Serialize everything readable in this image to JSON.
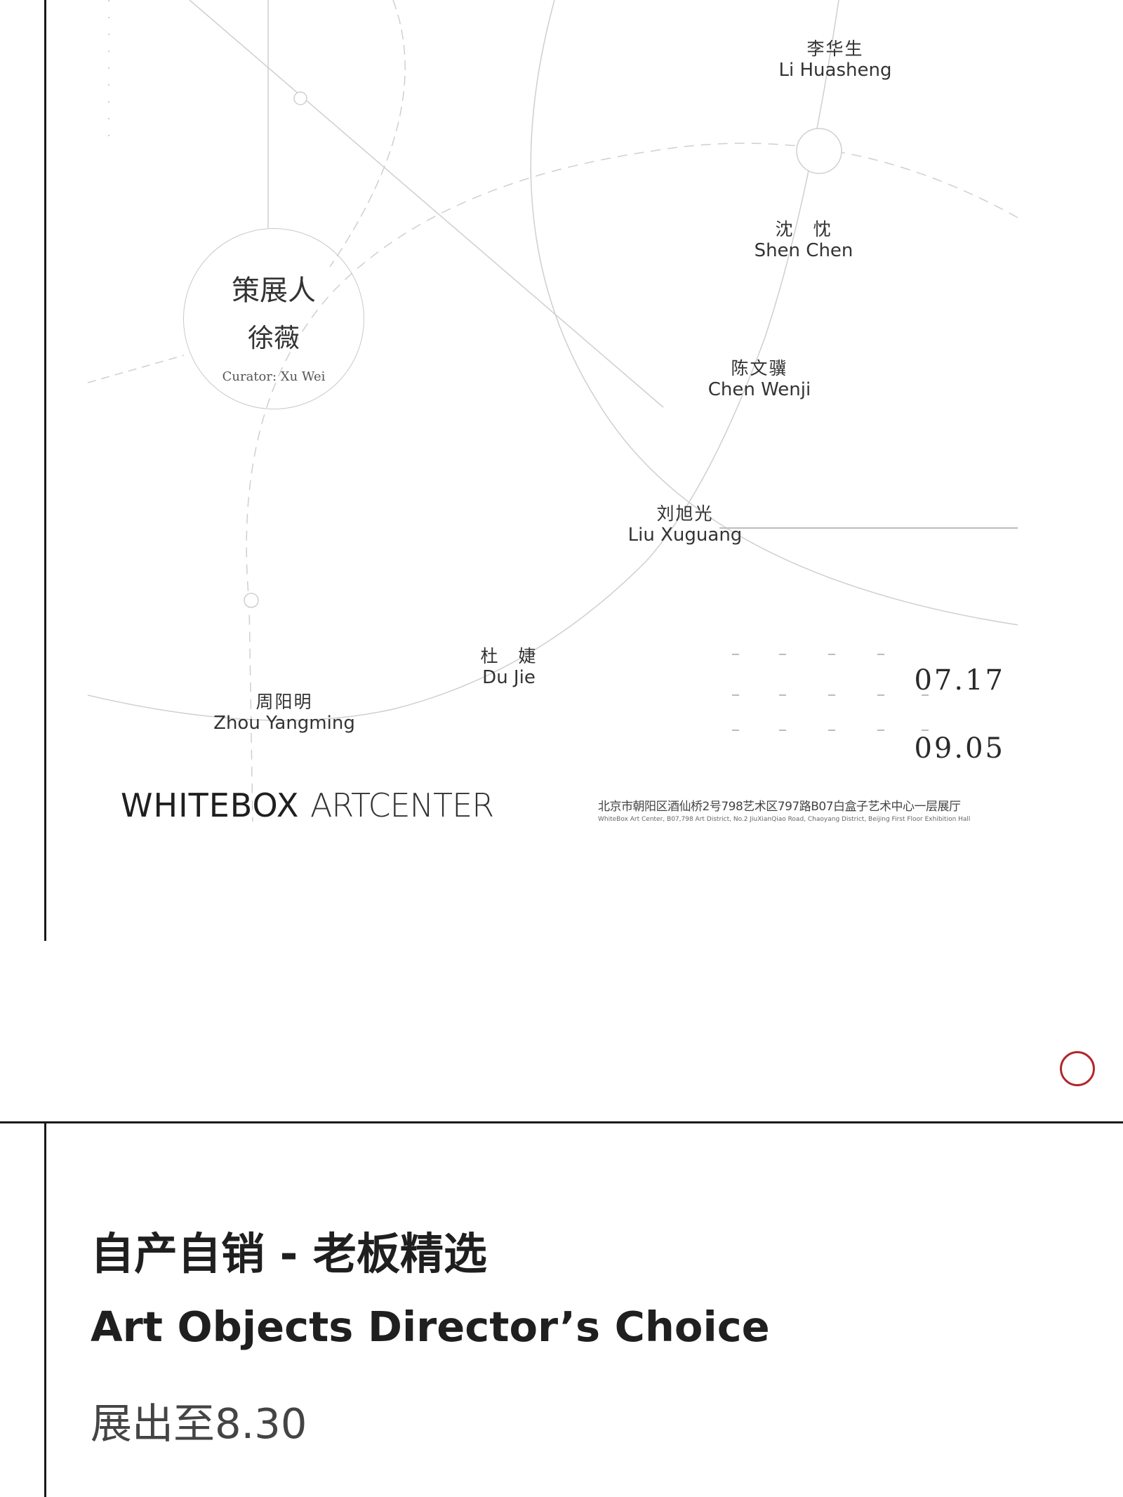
{
  "poster": {
    "curator_title": "策展人",
    "curator_name": "徐薇",
    "curator_en": "Curator: Xu Wei",
    "artists": [
      {
        "zh": "李华生",
        "en": "Li Huasheng"
      },
      {
        "zh": "沈　忱",
        "en": "Shen Chen"
      },
      {
        "zh": "陈文骥",
        "en": "Chen Wenji"
      },
      {
        "zh": "刘旭光",
        "en": "Liu Xuguang"
      },
      {
        "zh": "杜　婕",
        "en": "Du Jie"
      },
      {
        "zh": "周阳明",
        "en": "Zhou Yangming"
      }
    ],
    "logo_bold": "WHITEBOX",
    "logo_light": "ARTCENTER",
    "date_start": "07.17",
    "date_end": "09.05",
    "address_zh": "北京市朝阳区酒仙桥2号798艺术区797路B07白盒子艺术中心一层展厅",
    "address_en": "WhiteBox Art Center, B07,798 Art District, No.2 JiuXianQiao Road, Chaoyang District, Beijing First Floor Exhibition Hall"
  },
  "section": {
    "title_zh": "自产自销 - 老板精选",
    "title_en": "Art Objects Director’s Choice",
    "date": "展出至8.30"
  },
  "colors": {
    "accent": "#b3262b",
    "rule": "#1a1a1a"
  },
  "icons": {
    "like": "circle-outline-icon"
  }
}
